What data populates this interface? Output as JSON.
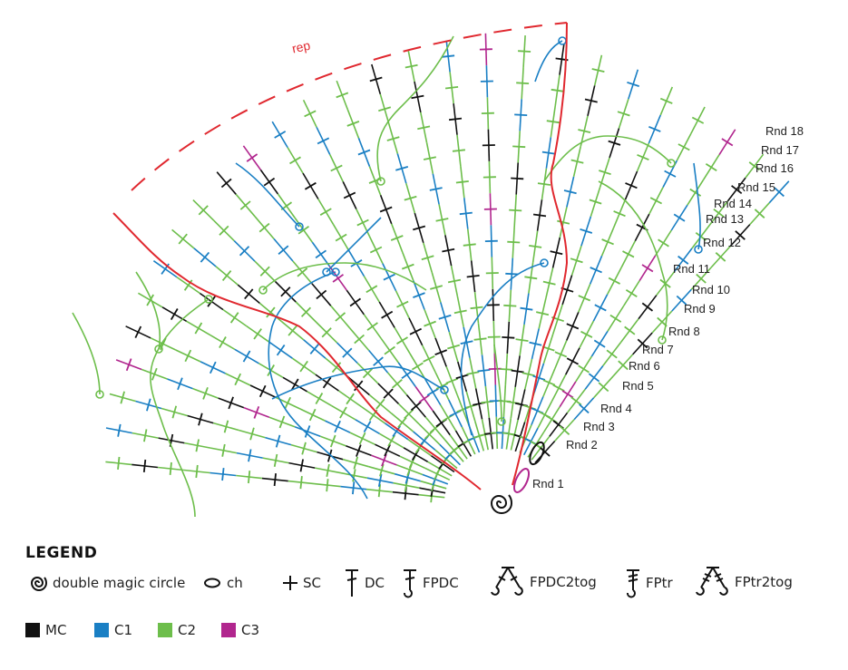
{
  "diagram": {
    "rep_label": "rep",
    "rounds": [
      "Rnd 1",
      "Rnd 2",
      "Rnd 3",
      "Rnd 4",
      "Rnd 5",
      "Rnd 6",
      "Rnd 7",
      "Rnd 8",
      "Rnd 9",
      "Rnd 10",
      "Rnd 11",
      "Rnd 12",
      "Rnd 13",
      "Rnd 14",
      "Rnd 15",
      "Rnd 16",
      "Rnd 17",
      "Rnd 18"
    ],
    "round_colors": [
      "C3",
      "C1",
      "C3",
      "C2",
      "C1",
      "C1",
      "C2",
      "C2",
      "C1",
      "C2",
      "C3",
      "C1",
      "MC",
      "C2",
      "C2",
      "C1",
      "MC",
      "C2"
    ]
  },
  "legend": {
    "title": "LEGEND",
    "symbols": [
      {
        "label": "double magic circle",
        "icon": "double-magic-circle-icon"
      },
      {
        "label": "ch",
        "icon": "chain-icon"
      },
      {
        "label": "SC",
        "icon": "sc-icon"
      },
      {
        "label": "DC",
        "icon": "dc-icon"
      },
      {
        "label": "FPDC",
        "icon": "fpdc-icon"
      },
      {
        "label": "FPDC2tog",
        "icon": "fpdc2tog-icon"
      },
      {
        "label": "FPtr",
        "icon": "fptr-icon"
      },
      {
        "label": "FPtr2tog",
        "icon": "fptr2tog-icon"
      }
    ],
    "colors": [
      {
        "label": "MC",
        "hex": "#111111"
      },
      {
        "label": "C1",
        "hex": "#1a7fc4"
      },
      {
        "label": "C2",
        "hex": "#6dbe4b"
      },
      {
        "label": "C3",
        "hex": "#b1268e"
      }
    ]
  },
  "colors": {
    "MC": "#111111",
    "C1": "#1a7fc4",
    "C2": "#6dbe4b",
    "C3": "#b1268e",
    "rep": "#e0282f"
  }
}
